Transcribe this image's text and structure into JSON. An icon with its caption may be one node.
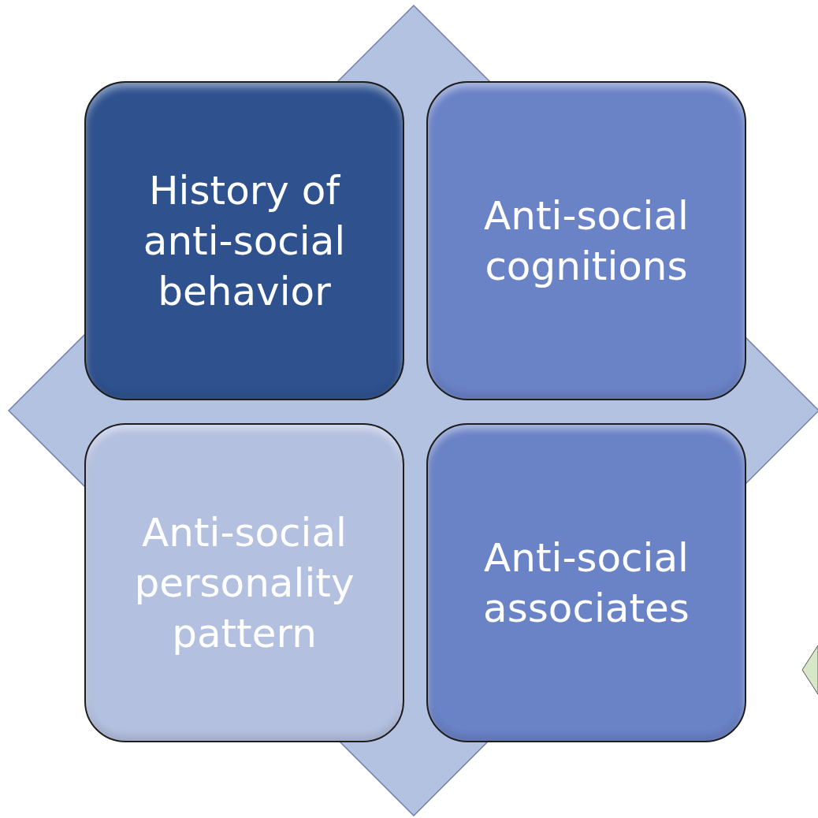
{
  "diagram": {
    "nodes": [
      {
        "text": [
          "History of anti-social behavior"
        ]
      },
      {
        "text": [
          "Anti-social cognitions"
        ]
      },
      {
        "text": [
          "Anti-social personality pattern"
        ]
      },
      {
        "text": [
          "Anti-social associates"
        ]
      }
    ]
  }
}
